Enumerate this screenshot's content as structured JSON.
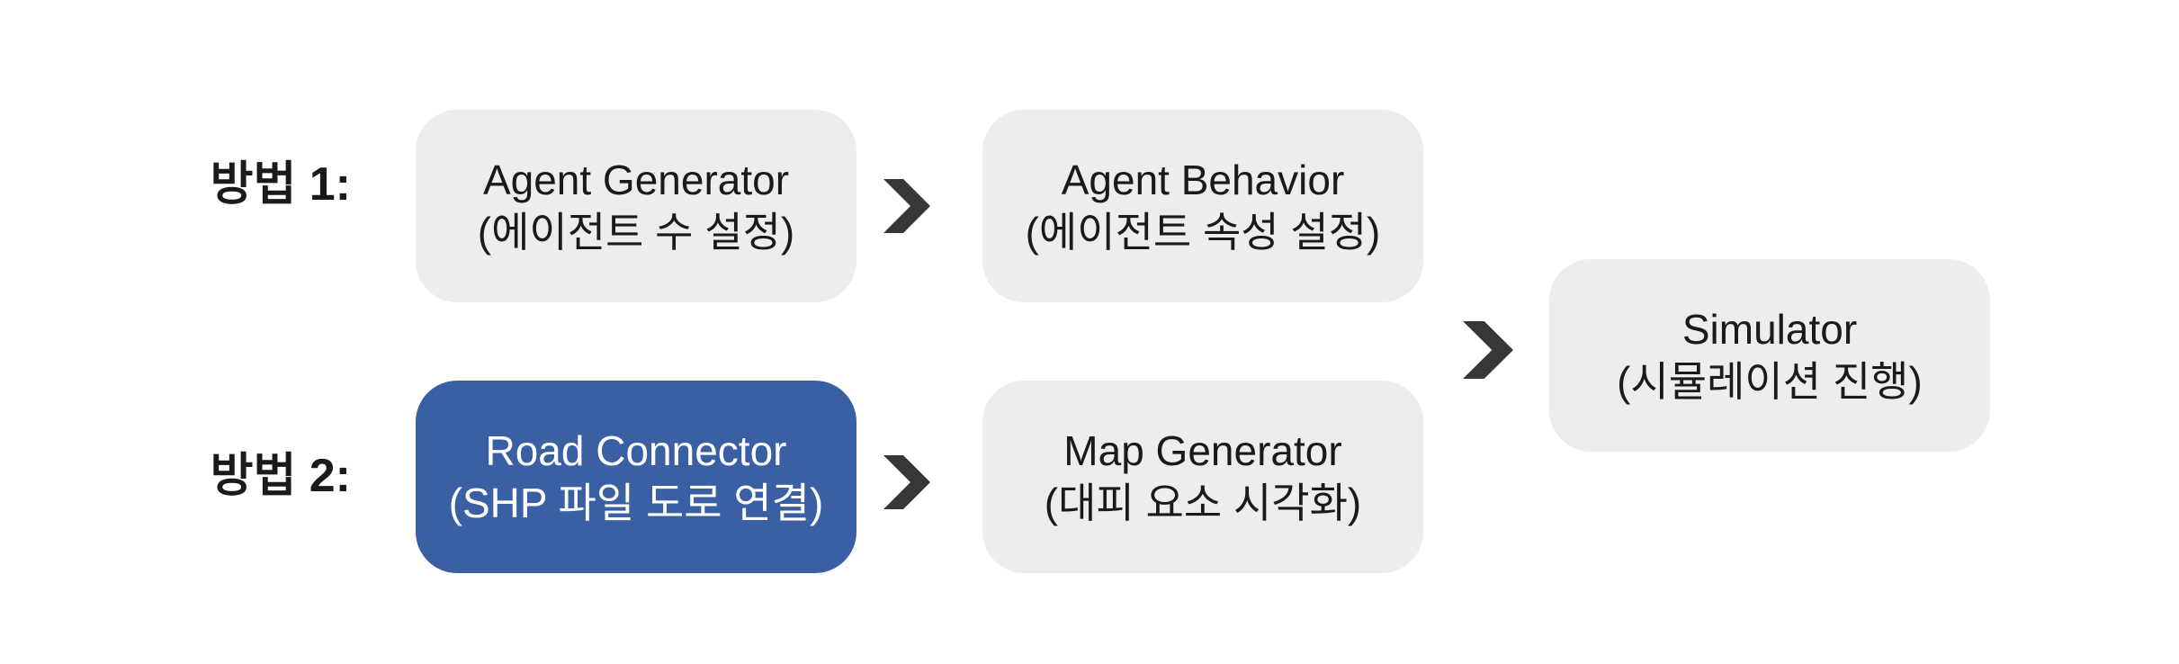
{
  "diagram": {
    "colors": {
      "background": "#ffffff",
      "box_gray": "#EDEDED",
      "box_blue": "#3A5FA2",
      "arrow": "#373737",
      "text_dark": "#1a1a1a",
      "text_light": "#ffffff"
    },
    "methods": [
      {
        "label": "방법 1:"
      },
      {
        "label": "방법 2:"
      }
    ],
    "nodes": [
      {
        "id": "agent-generator",
        "title": "Agent Generator",
        "subtitle": "(에이전트 수 설정)",
        "color": "gray"
      },
      {
        "id": "agent-behavior",
        "title": "Agent Behavior",
        "subtitle": "(에이전트 속성 설정)",
        "color": "gray"
      },
      {
        "id": "road-connector",
        "title": "Road Connector",
        "subtitle": "(SHP 파일 도로 연결)",
        "color": "blue"
      },
      {
        "id": "map-generator",
        "title": "Map Generator",
        "subtitle": "(대피 요소 시각화)",
        "color": "gray"
      },
      {
        "id": "simulator",
        "title": "Simulator",
        "subtitle": "(시뮬레이션 진행)",
        "color": "gray"
      }
    ],
    "flow": [
      "agent-generator > agent-behavior > simulator",
      "road-connector > map-generator > simulator"
    ]
  }
}
